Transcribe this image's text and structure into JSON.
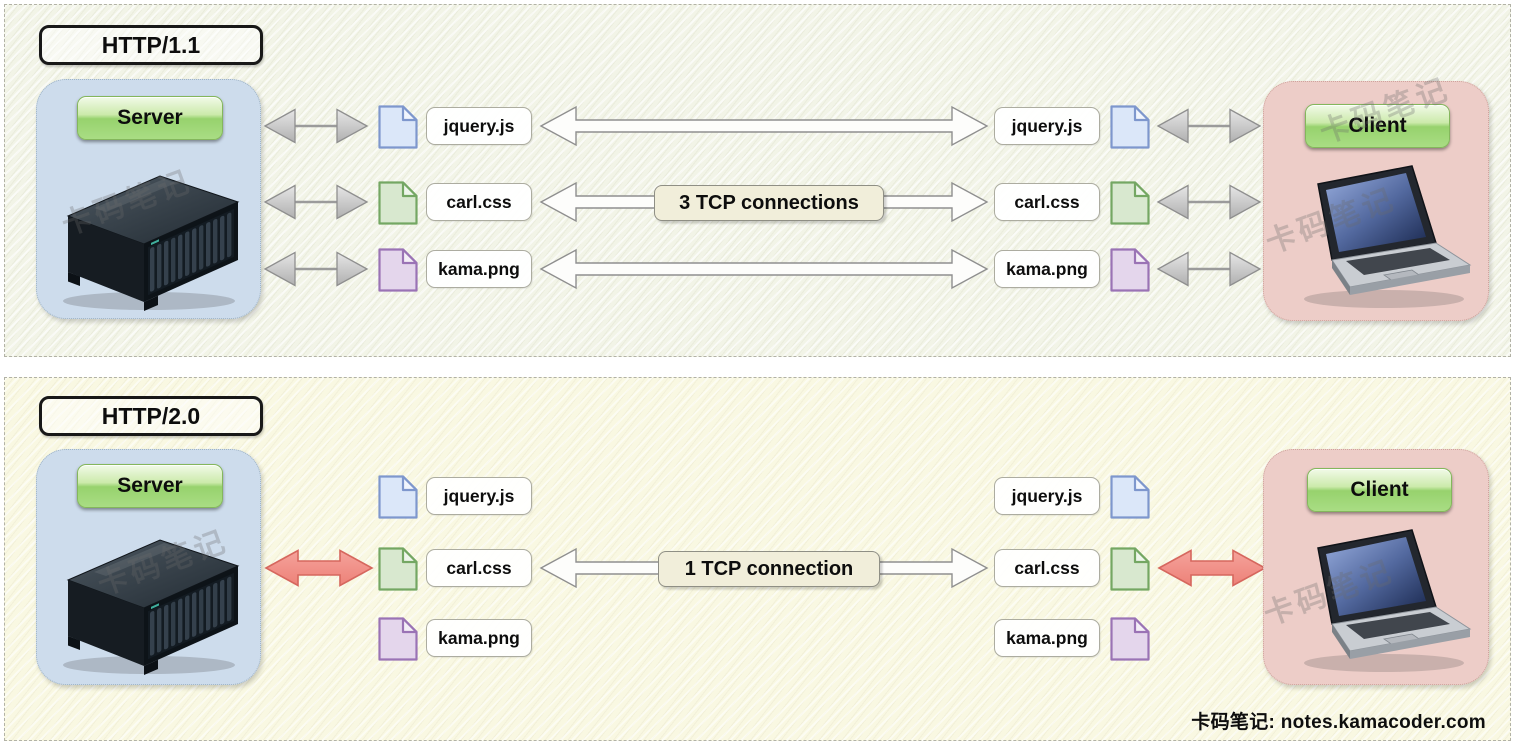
{
  "panels": [
    {
      "title": "HTTP/1.1",
      "server": {
        "label": "Server"
      },
      "client": {
        "label": "Client"
      },
      "connection_label": "3 TCP connections",
      "connection_count": 3,
      "side_arrow_style": "gray",
      "files": [
        {
          "name": "jquery.js",
          "fill": "#dbe7f9",
          "stroke": "#7e97cd"
        },
        {
          "name": "carl.css",
          "fill": "#d8e8cf",
          "stroke": "#74a763"
        },
        {
          "name": "kama.png",
          "fill": "#e4d6ec",
          "stroke": "#9a73b5"
        }
      ]
    },
    {
      "title": "HTTP/2.0",
      "server": {
        "label": "Server"
      },
      "client": {
        "label": "Client"
      },
      "connection_label": "1 TCP connection",
      "connection_count": 1,
      "side_arrow_style": "red",
      "files": [
        {
          "name": "jquery.js",
          "fill": "#dbe7f9",
          "stroke": "#7e97cd"
        },
        {
          "name": "carl.css",
          "fill": "#d8e8cf",
          "stroke": "#74a763"
        },
        {
          "name": "kama.png",
          "fill": "#e4d6ec",
          "stroke": "#9a73b5"
        }
      ]
    }
  ],
  "watermark_text": "卡码笔记",
  "footer": {
    "text": "卡码笔记:  notes.kamacoder.com"
  },
  "colors": {
    "panel1_bg": "#f2f4e7",
    "panel2_bg": "#f9f8e2",
    "server_node_bg": "#cddcec",
    "client_node_bg": "#edcdc8",
    "button_green": "#a5da7f",
    "gray_arrow_fill": "#cfcfcf",
    "long_arrow_fill": "#fdfdfb",
    "red_arrow_fill": "#f1938b",
    "red_arrow_stroke": "#d6675e",
    "tcp_label_bg": "#f1eeda"
  }
}
